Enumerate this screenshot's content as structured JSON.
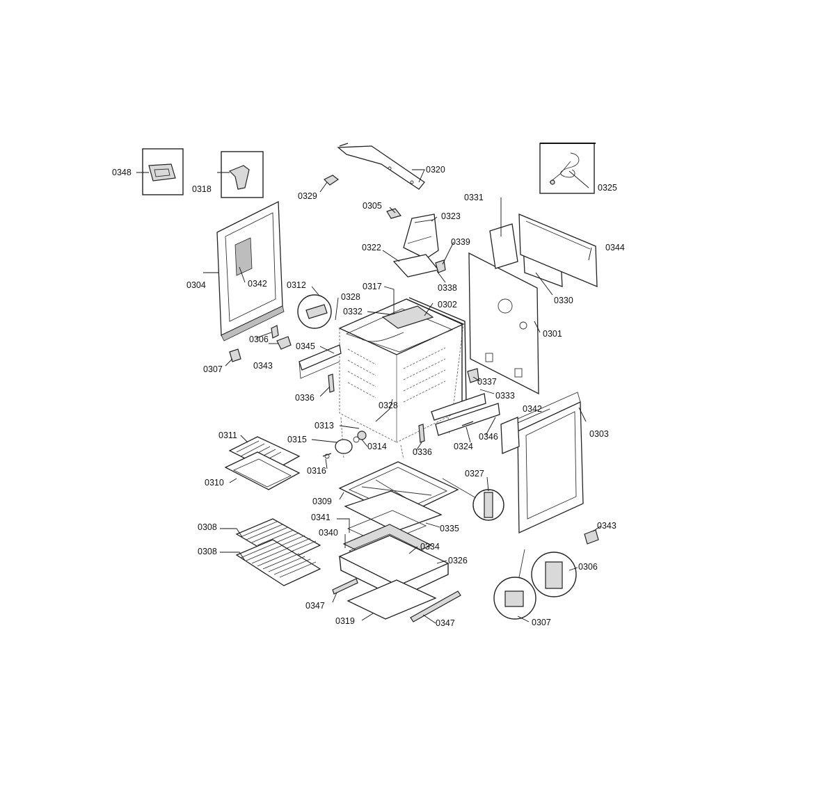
{
  "parts": {
    "p0301": "0301",
    "p0302": "0302",
    "p0303": "0303",
    "p0304": "0304",
    "p0305": "0305",
    "p0306a": "0306",
    "p0306b": "0306",
    "p0307a": "0307",
    "p0307b": "0307",
    "p0308a": "0308",
    "p0308b": "0308",
    "p0309": "0309",
    "p0310": "0310",
    "p0311": "0311",
    "p0312": "0312",
    "p0313": "0313",
    "p0314": "0314",
    "p0315": "0315",
    "p0316": "0316",
    "p0317": "0317",
    "p0318": "0318",
    "p0319": "0319",
    "p0320": "0320",
    "p0322": "0322",
    "p0323": "0323",
    "p0324": "0324",
    "p0325": "0325",
    "p0326": "0326",
    "p0327": "0327",
    "p0328a": "0328",
    "p0328b": "0328",
    "p0329": "0329",
    "p0330": "0330",
    "p0331": "0331",
    "p0332": "0332",
    "p0333": "0333",
    "p0334": "0334",
    "p0335": "0335",
    "p0336a": "0336",
    "p0336b": "0336",
    "p0337": "0337",
    "p0338": "0338",
    "p0339": "0339",
    "p0340": "0340",
    "p0341": "0341",
    "p0342a": "0342",
    "p0342b": "0342",
    "p0343a": "0343",
    "p0343b": "0343",
    "p0344": "0344",
    "p0345": "0345",
    "p0346": "0346",
    "p0347a": "0347",
    "p0347b": "0347",
    "p0348": "0348"
  }
}
